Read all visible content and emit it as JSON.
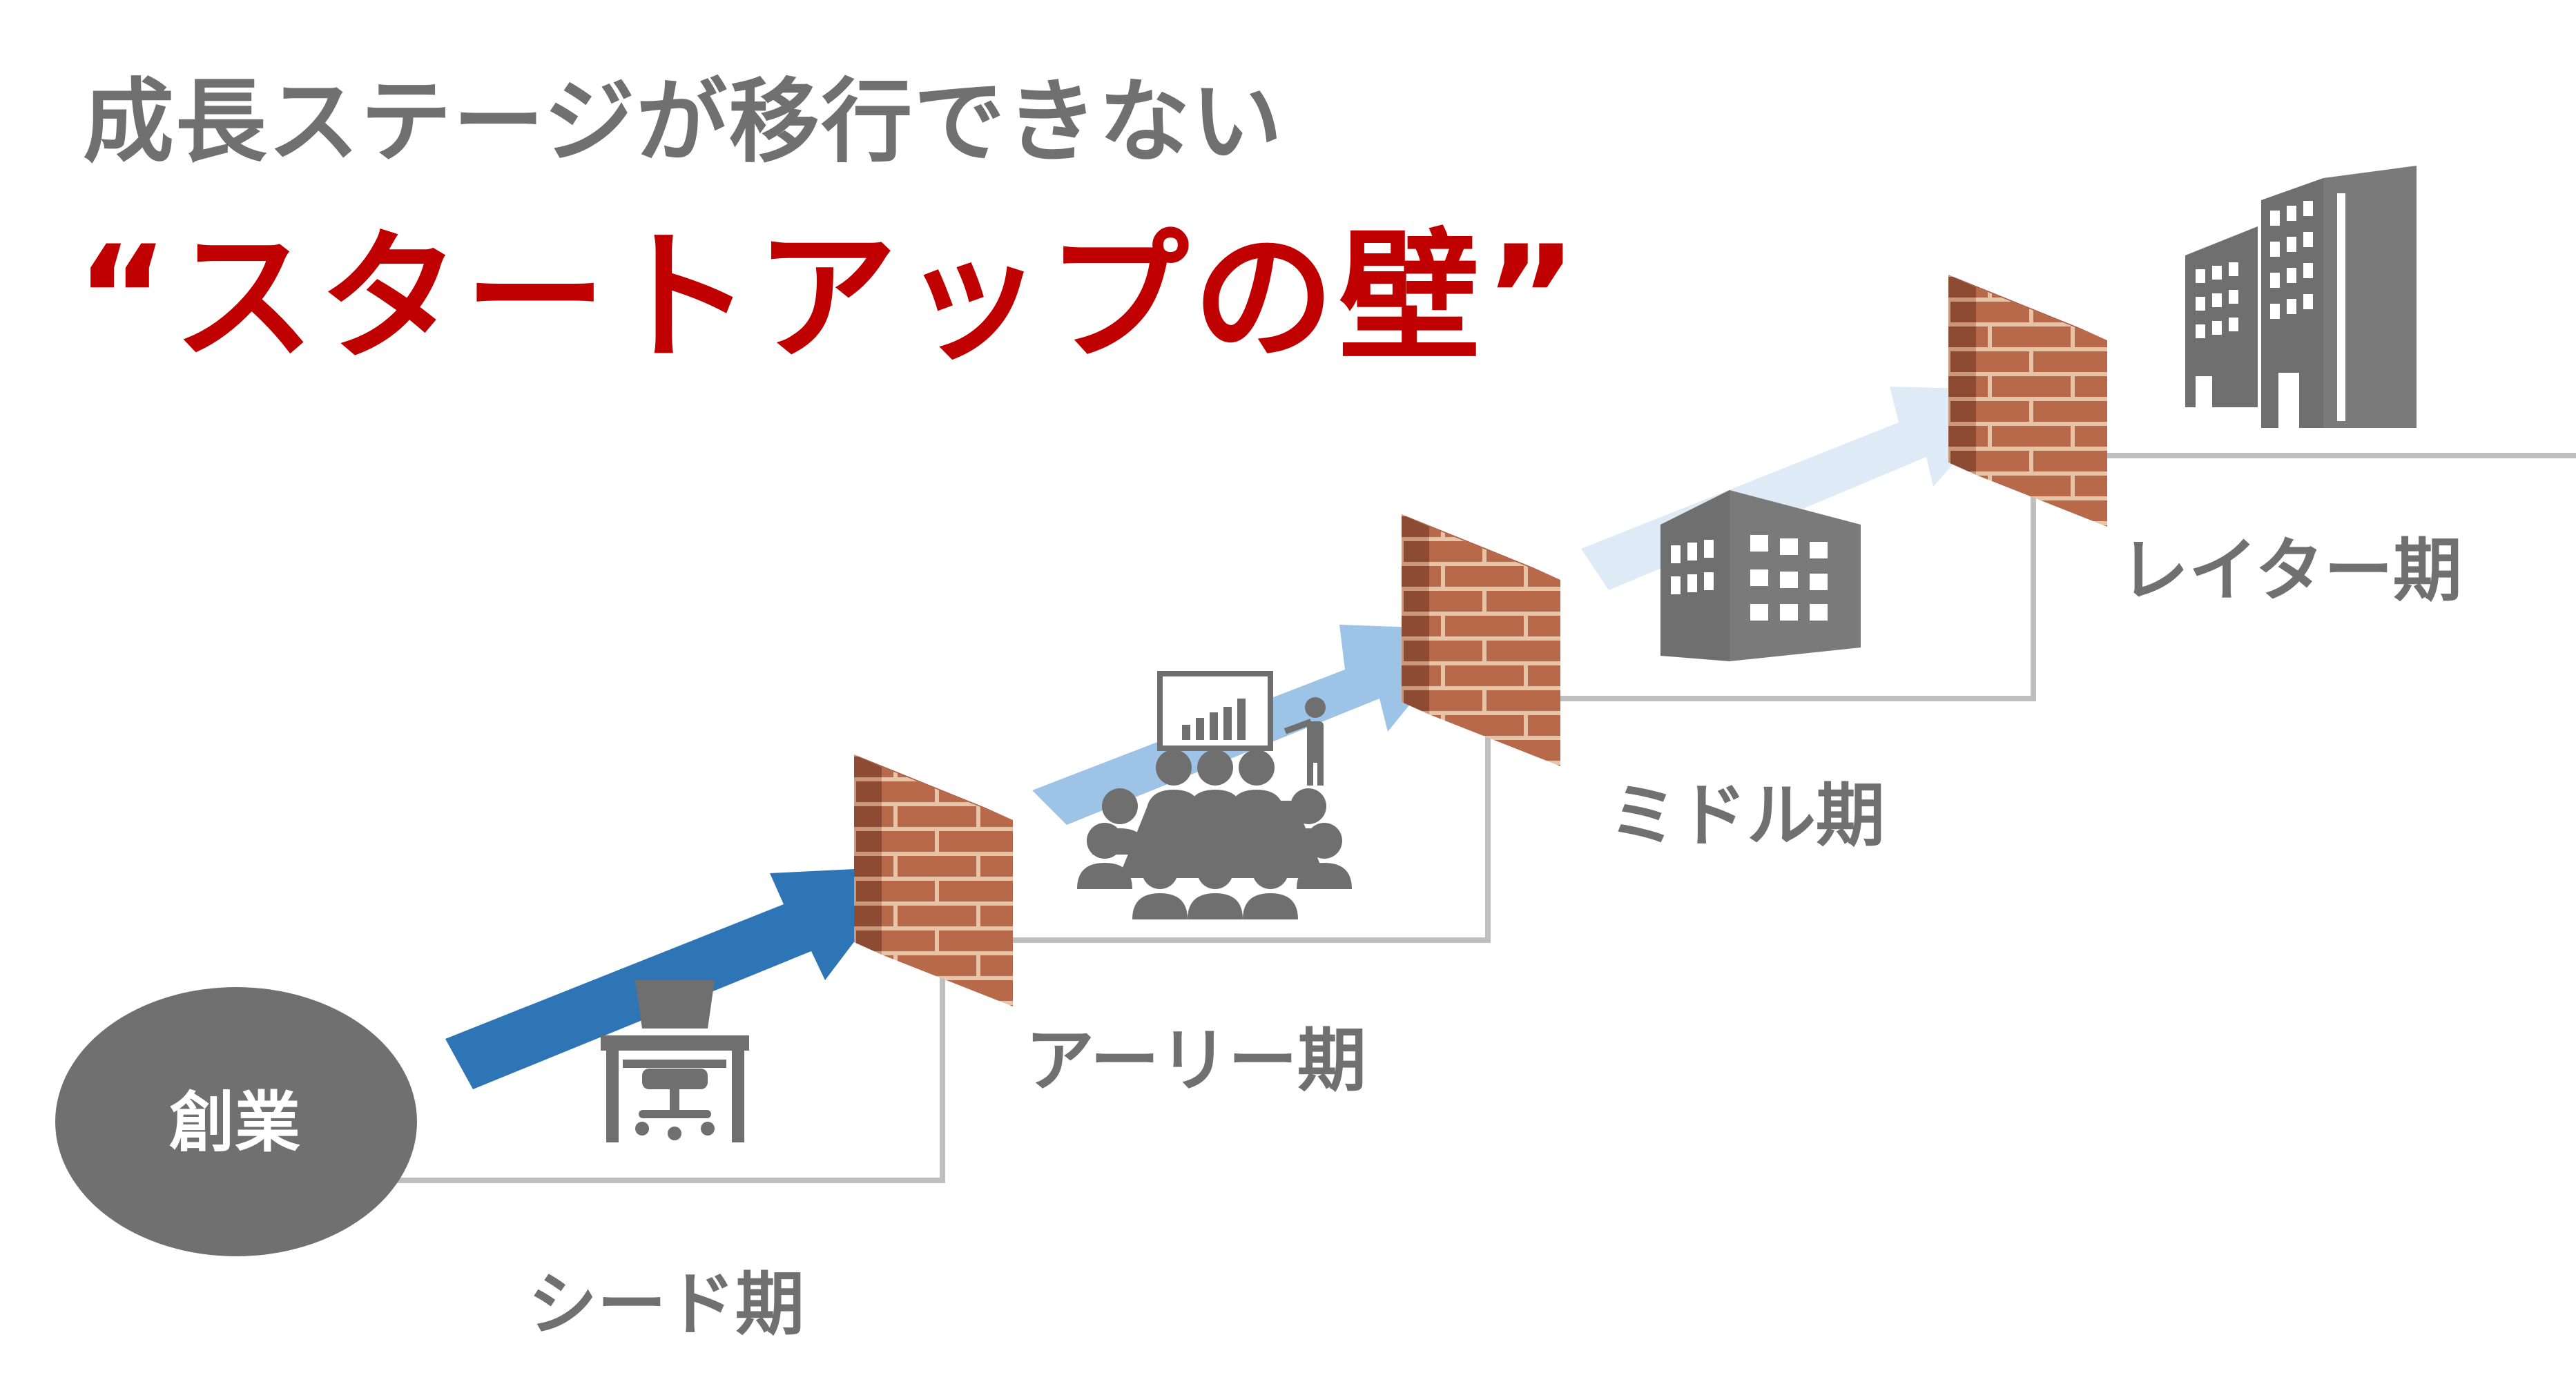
{
  "header": {
    "subtitle": "成長ステージが移行できない",
    "title": "“スタートアップの壁”"
  },
  "origin": {
    "label": "創業"
  },
  "stages": [
    {
      "label": "シード期",
      "icon": "desk-chair-icon"
    },
    {
      "label": "アーリー期",
      "icon": "meeting-presentation-icon"
    },
    {
      "label": "ミドル期",
      "icon": "office-building-icon"
    },
    {
      "label": "レイター期",
      "icon": "skyscrapers-icon"
    }
  ],
  "colors": {
    "title": "#c00000",
    "text_gray": "#707070",
    "icon_gray": "#6f6f6f",
    "step_line": "#bfbfbf",
    "arrow_1": "#2e75b6",
    "arrow_2": "#9dc3e6",
    "arrow_3": "#deebf7",
    "brick": "#b5694b"
  }
}
